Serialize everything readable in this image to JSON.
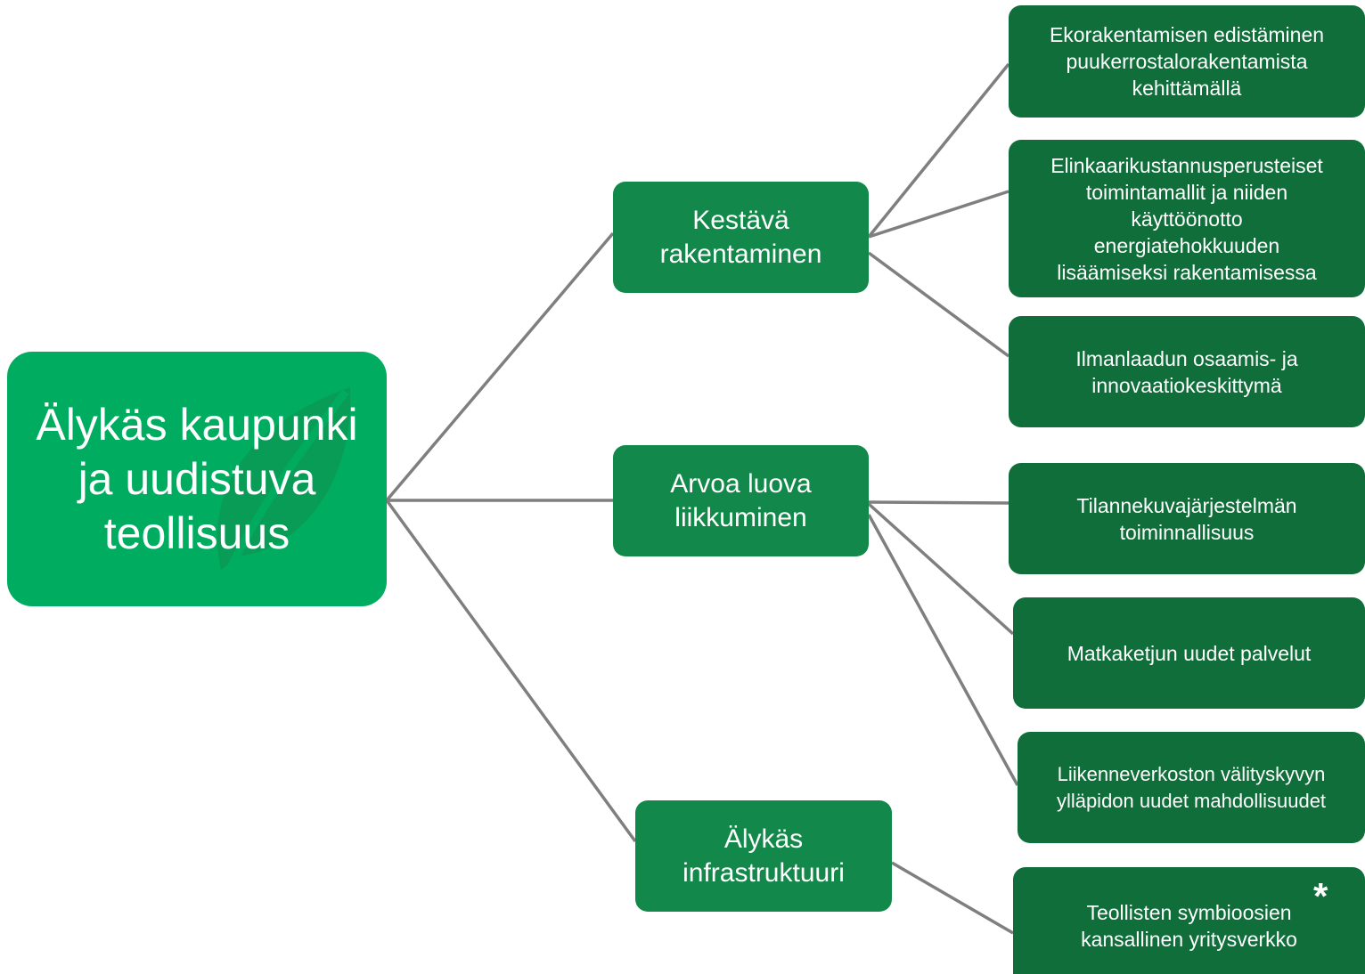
{
  "diagram": {
    "colors": {
      "root": "#00ad60",
      "branch": "#12894a",
      "leaf": "#0f6e3a",
      "connector": "#7f7f7f",
      "text": "#ffffff"
    },
    "root": {
      "text": "Älykäs kaupunki ja uudistuva teollisuus",
      "icon": "leaf-icon"
    },
    "branches": [
      {
        "text": "Kestävä\nrakentaminen",
        "children": [
          "Ekorakentamisen edistäminen\npuukerrostalorakentamista\nkehittämällä",
          "Elinkaarikustannusperusteiset\ntoimintamallit ja niiden\nkäyttöönotto\nenergiatehokkuuden\nlisäämiseksi rakentamisessa",
          "Ilmanlaadun osaamis- ja\ninnovaatiokeskittymä"
        ]
      },
      {
        "text": "Arvoa luova\nliikkuminen",
        "children": [
          "Tilannekuvajärjestelmän\ntoiminnallisuus",
          "Matkaketjun uudet palvelut",
          "Liikenneverkoston välityskyvyn\nylläpidon uudet mahdollisuudet"
        ]
      },
      {
        "text": "Älykäs\ninfrastruktuuri",
        "children": [
          "Teollisten symbioosien\nkansallinen yritysverkko"
        ],
        "marker": "*"
      }
    ]
  }
}
